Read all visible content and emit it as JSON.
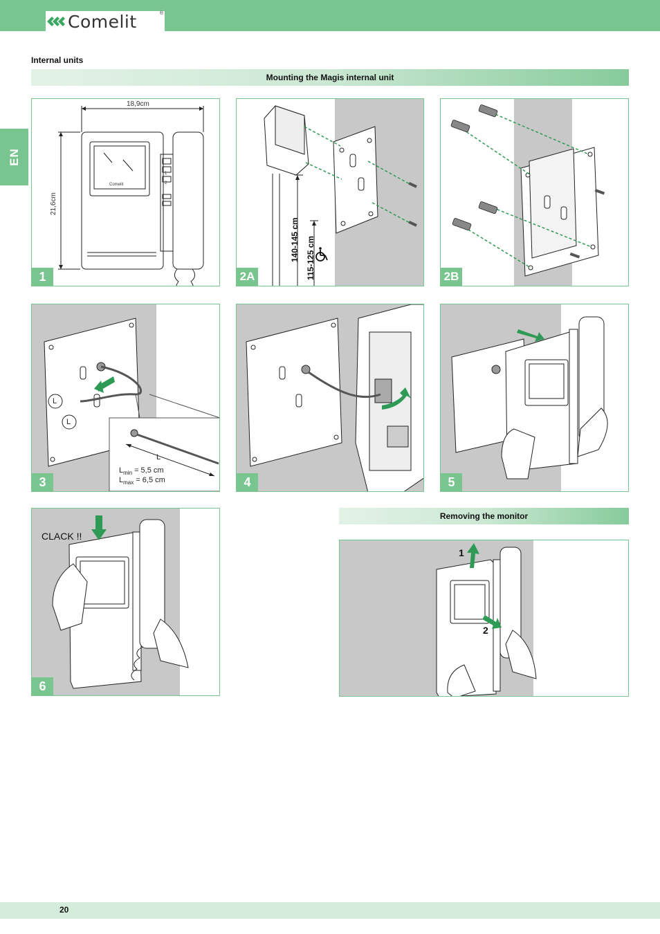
{
  "header": {
    "brand": "Comelit",
    "registered": "®"
  },
  "side_tab": {
    "language": "EN"
  },
  "section": {
    "title": "Internal units"
  },
  "bands": {
    "mounting": "Mounting the Magis internal unit",
    "removing": "Removing the monitor"
  },
  "panels": {
    "p1": {
      "step": "1",
      "width_dim": "18,9cm",
      "height_dim": "21,6cm",
      "screen_brand": "Comelit",
      "btn1": "1",
      "btn2": "2"
    },
    "p2a": {
      "step": "2A",
      "height_std": "140-145 cm",
      "height_accessible": "115-125 cm",
      "accessible_icon": "wheelchair-icon"
    },
    "p2b": {
      "step": "2B"
    },
    "p3": {
      "step": "3",
      "l_label": "L",
      "l_label2": "L",
      "l_label3": "L",
      "lmin_prefix": "L",
      "lmin_sub": "min",
      "lmin_val": " = 5,5 cm",
      "lmax_prefix": "L",
      "lmax_sub": "max",
      "lmax_val": " = 6,5 cm"
    },
    "p4": {
      "step": "4"
    },
    "p5": {
      "step": "5"
    },
    "p6": {
      "step": "6",
      "sound": "CLACK !!"
    },
    "remove": {
      "label1": "1",
      "label2": "2"
    }
  },
  "footer": {
    "page": "20"
  },
  "colors": {
    "brand_green": "#78c58f",
    "wall_grey": "#c8c8c8",
    "arrow_green": "#2e9a55"
  }
}
